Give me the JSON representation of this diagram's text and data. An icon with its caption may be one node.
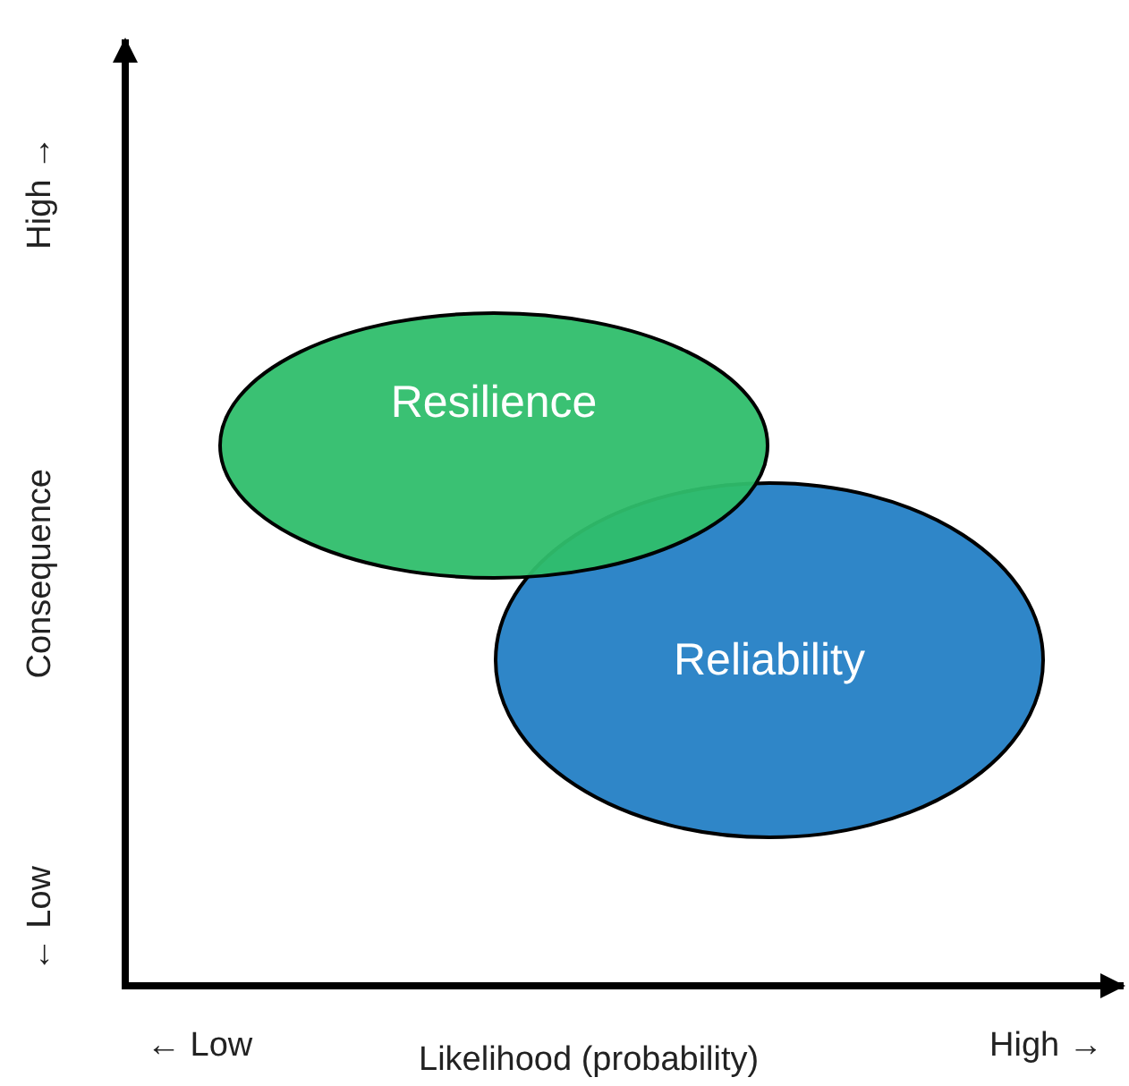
{
  "diagram": {
    "nodes": [
      {
        "text": [
          "Resilience"
        ]
      },
      {
        "text": [
          "Reliability"
        ]
      }
    ],
    "labels": [
      "High →",
      "Consequence",
      "← Low",
      "← Low",
      "Likelihood (probability)",
      "High →"
    ]
  }
}
